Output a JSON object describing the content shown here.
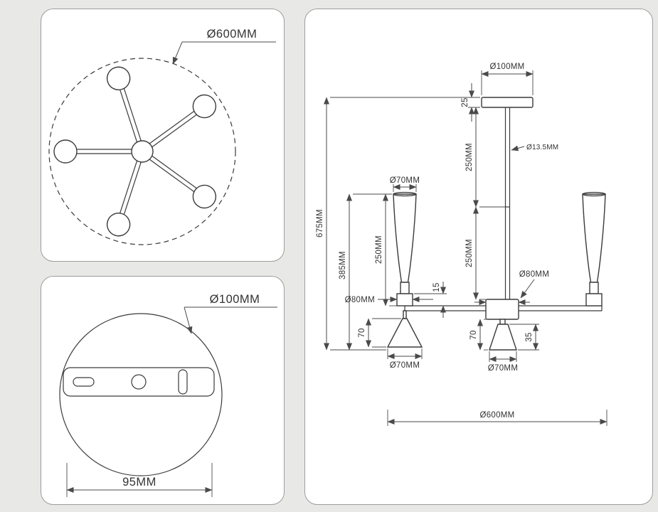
{
  "colors": {
    "background": "#e8e8e6",
    "panel": "#ffffff",
    "line": "#3a3a3a",
    "dim": "#4a4a4a",
    "text": "#333333"
  },
  "top_view": {
    "diameter": "Ø600MM"
  },
  "canopy_view": {
    "diameter": "Ø100MM",
    "plate_width": "95MM"
  },
  "side_view": {
    "canopy_diameter": "Ø100MM",
    "canopy_height": "25",
    "rod_upper_length": "250MM",
    "rod_diameter": "Ø13.5MM",
    "rod_lower_length": "250MM",
    "overall_height": "675MM",
    "body_height": "385MM",
    "shade_height": "250MM",
    "shade_diameter": "Ø70MM",
    "left_socket_diameter": "Ø80MM",
    "hub_diameter": "Ø80MM",
    "arm_gap": "15",
    "left_cone_height": "70",
    "center_cone_height": "70",
    "center_socket_height": "35",
    "left_cone_diameter": "Ø70MM",
    "center_cone_diameter": "Ø70MM",
    "overall_diameter": "Ø600MM"
  }
}
